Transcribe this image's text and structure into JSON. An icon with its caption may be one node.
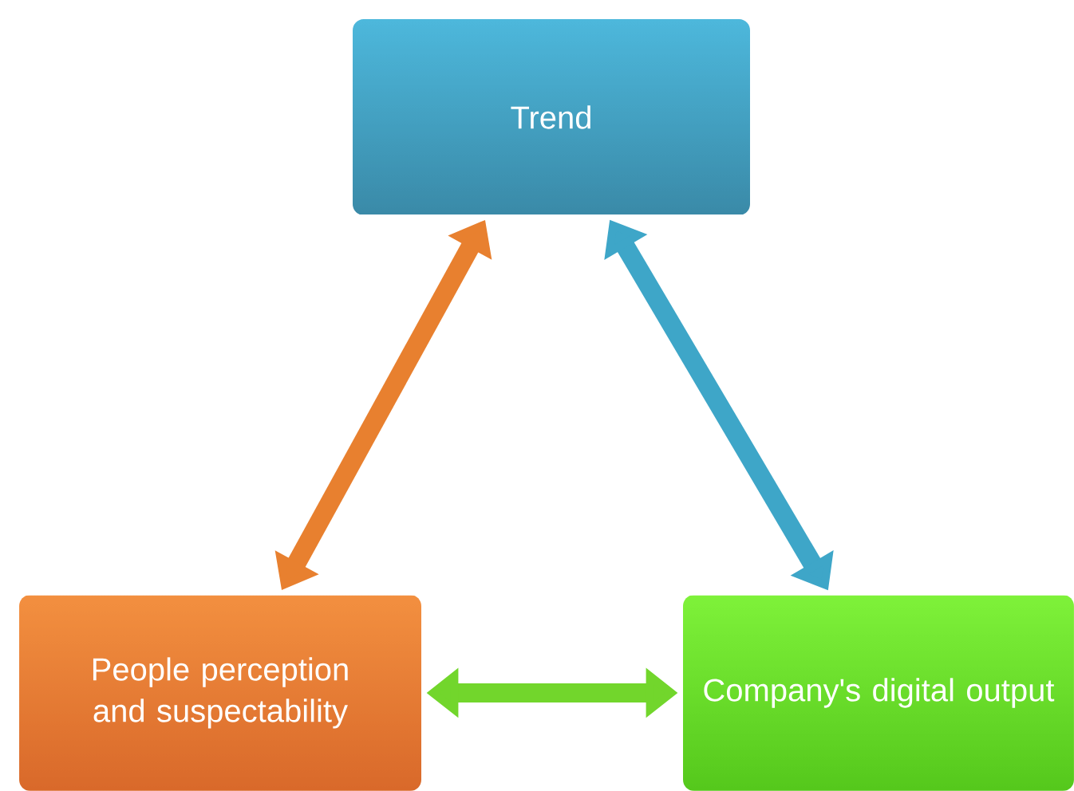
{
  "diagram": {
    "nodes": [
      {
        "text": [
          "Trend"
        ]
      },
      {
        "text": [
          "People perception and suspectability"
        ]
      },
      {
        "text": [
          "Company's digital output"
        ]
      }
    ],
    "edges": [
      {
        "from": 1,
        "to": 0,
        "arrow": "both",
        "color": "#e8802f"
      },
      {
        "from": 0,
        "to": 2,
        "arrow": "both",
        "color": "#3ea6c8"
      },
      {
        "from": 1,
        "to": 2,
        "arrow": "both",
        "color": "#72d62c"
      }
    ]
  }
}
